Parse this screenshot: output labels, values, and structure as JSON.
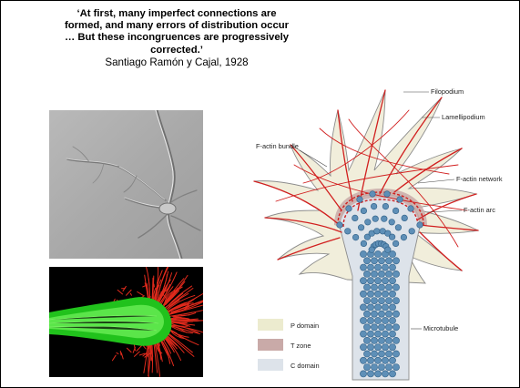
{
  "quote": {
    "lines": [
      "‘At first, many imperfect connections are",
      "formed, and many errors of distribution occur",
      "… But these incongruences are progressively",
      "corrected.’"
    ],
    "attribution": "Santiago Ramón y Cajal, 1928"
  },
  "diagram": {
    "labels": {
      "filopodium": "Filopodium",
      "lamellipodium": "Lamellipodium",
      "factin_bundle": "F-actin bundle",
      "factin_network": "F-actin network",
      "factin_arc": "F-actin arc",
      "microtubule": "Microtubule"
    },
    "legend": [
      {
        "label": "P domain",
        "color": "#ecebcf"
      },
      {
        "label": "T zone",
        "color": "#c9aaa8"
      },
      {
        "label": "C domain",
        "color": "#dde3ea"
      }
    ],
    "colors": {
      "actin": "#d11f1f",
      "microtubule": "#5e8fb7",
      "p_domain": "#f1eedb",
      "c_domain": "#dde3ea"
    }
  }
}
